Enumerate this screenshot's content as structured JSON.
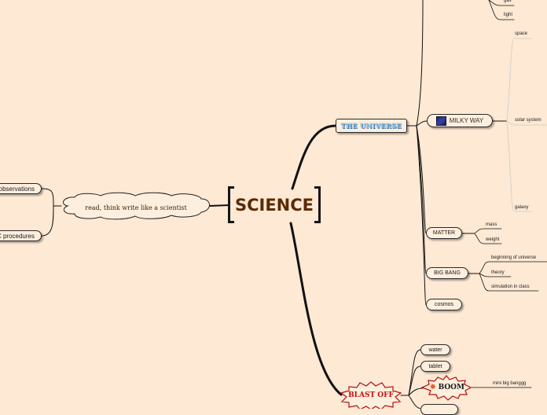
{
  "root": {
    "title": "SCIENCE"
  },
  "left": {
    "cloud_label": "read, think write like a scientist",
    "observations": "observations",
    "procedures": "C procedures"
  },
  "universe": {
    "label": "THE UNIVERSE",
    "top_leaves": [
      "gas",
      "light"
    ],
    "milky_way": {
      "label": "MILKY WAY",
      "leaves": [
        "space",
        "solar system",
        "galaxy"
      ]
    },
    "matter": {
      "label": "MATTER",
      "leaves": [
        "mass",
        "weight"
      ]
    },
    "big_bang": {
      "label": "BIG BANG",
      "leaves": [
        "beginning of universe",
        "theory",
        "simulation in class"
      ]
    },
    "cosmos": {
      "label": "cosmos"
    }
  },
  "blast_off": {
    "label": "BLAST OFF",
    "water": "water",
    "tablet": "tablet",
    "boom": {
      "label": "BOOM",
      "leaf": "mini big banggg"
    }
  },
  "icons": {
    "galaxy": "galaxy-image-icon",
    "boom": "explosion-icon"
  }
}
